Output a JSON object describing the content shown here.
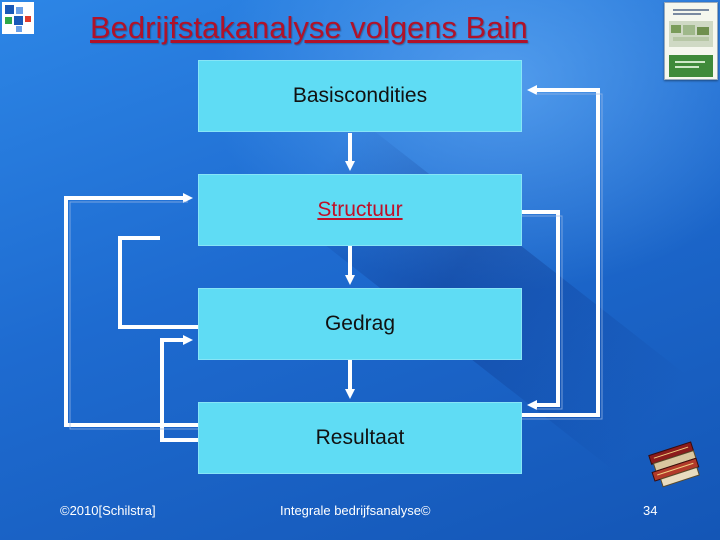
{
  "title": "Bedrijfstakanalyse volgens Bain",
  "boxes": {
    "basiscondities": "Basiscondities",
    "structuur": "Structuur",
    "gedrag": "Gedrag",
    "resultaat": "Resultaat"
  },
  "footer": {
    "copyright": "©2010[Schilstra]",
    "center": "Integrale bedrijfsanalyse©",
    "page_number": "34"
  },
  "colors": {
    "box_fill": "#5fdcf4",
    "title": "#b0122a",
    "background": "#1f6fd0"
  },
  "icons": [
    "logo-icon",
    "book-cover-thumbnail",
    "books-icon"
  ]
}
